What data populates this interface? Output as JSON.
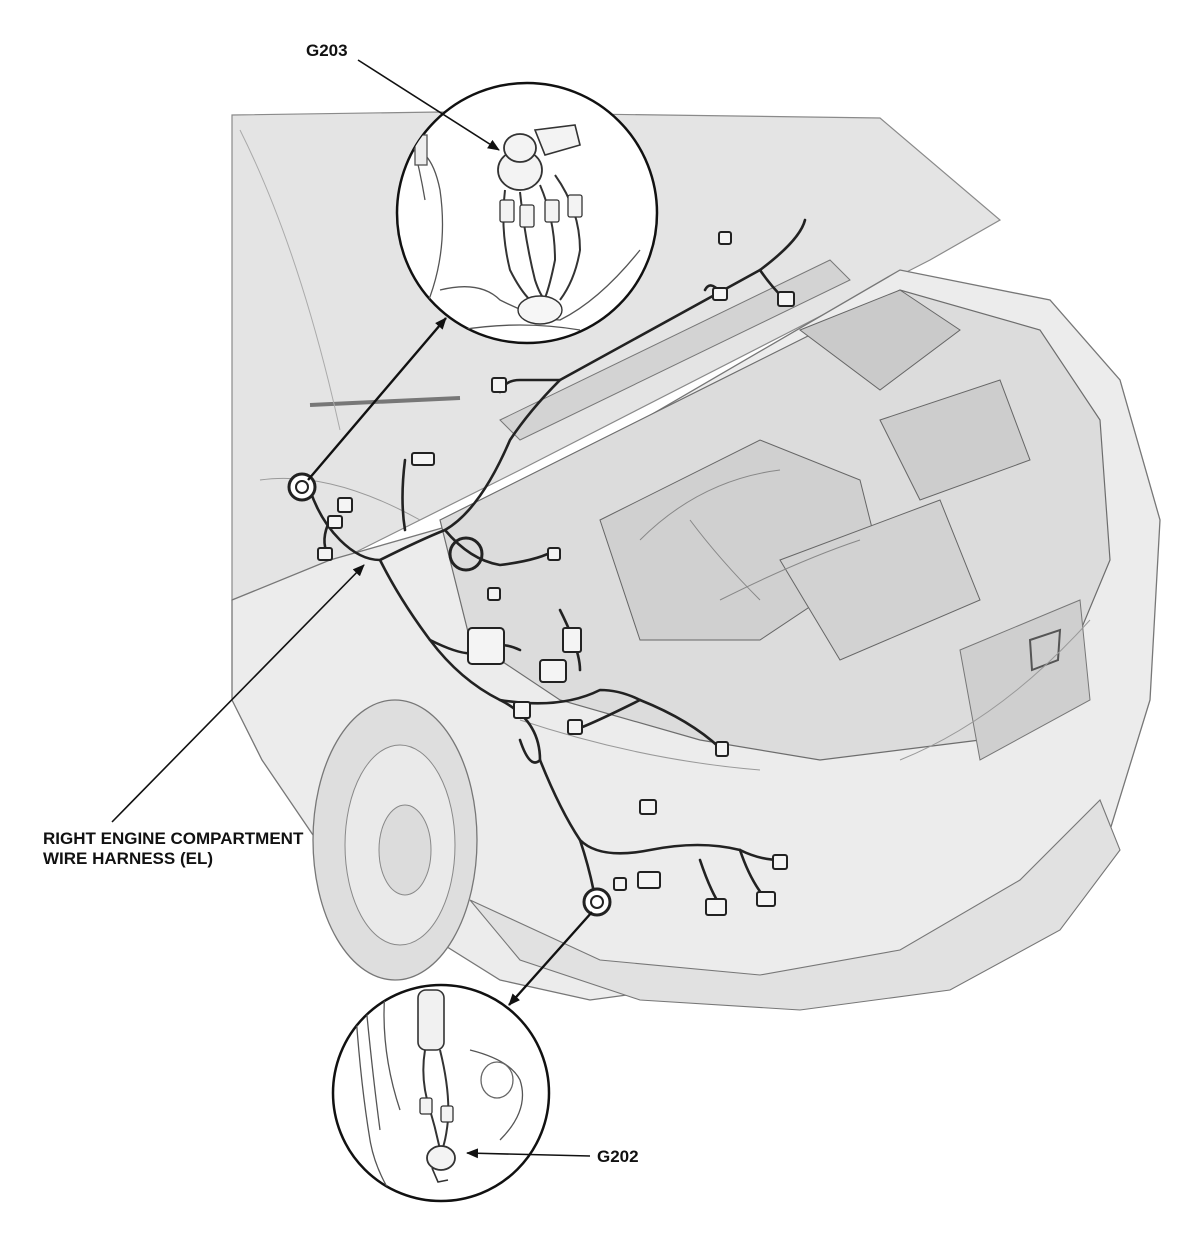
{
  "callouts": {
    "g203": {
      "label": "G203"
    },
    "g202": {
      "label": "G202"
    },
    "harness": {
      "line1": "RIGHT ENGINE COMPARTMENT",
      "line2": "WIRE HARNESS (EL)"
    }
  },
  "colors": {
    "body_fill": "#e9e9e9",
    "body_shade": "#d8d8d8",
    "line": "#5f5f5f",
    "harness": "#222222",
    "leader": "#111111"
  }
}
